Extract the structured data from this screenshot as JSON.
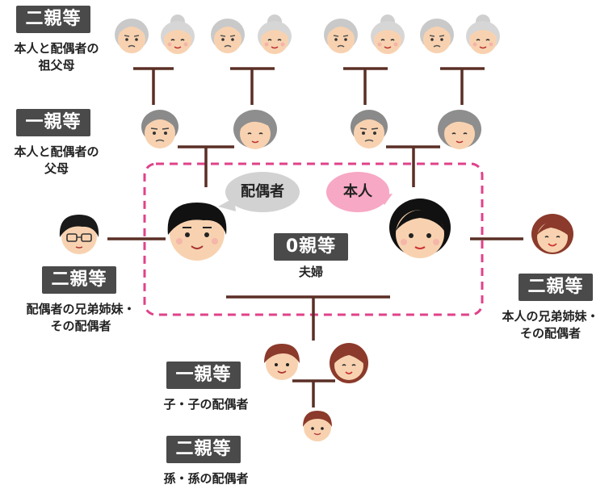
{
  "colors": {
    "line": "#5a2f25",
    "dashed_box": "#e0428a",
    "badge_bg": "#4a4a4a",
    "spouse_bubble": "#d2d2d2",
    "self_bubble": "#f7a8c4",
    "skin": "#f8d2b0",
    "elder_hair": "#cfcfcf"
  },
  "grandparents": {
    "badge": "二親等",
    "caption_line1": "本人と配偶者の",
    "caption_line2": "祖父母"
  },
  "parents": {
    "badge": "一親等",
    "caption_line1": "本人と配偶者の",
    "caption_line2": "父母"
  },
  "spouse_bubble": "配偶者",
  "self_bubble": "本人",
  "couple": {
    "badge": "0親等",
    "caption": "夫婦"
  },
  "spouse_siblings": {
    "badge": "二親等",
    "caption_line1": "配偶者の兄弟姉妹・",
    "caption_line2": "その配偶者"
  },
  "self_siblings": {
    "badge": "二親等",
    "caption_line1": "本人の兄弟姉妹・",
    "caption_line2": "その配偶者"
  },
  "children": {
    "badge": "一親等",
    "caption": "子・子の配偶者"
  },
  "grandchildren": {
    "badge": "二親等",
    "caption": "孫・孫の配偶者"
  }
}
